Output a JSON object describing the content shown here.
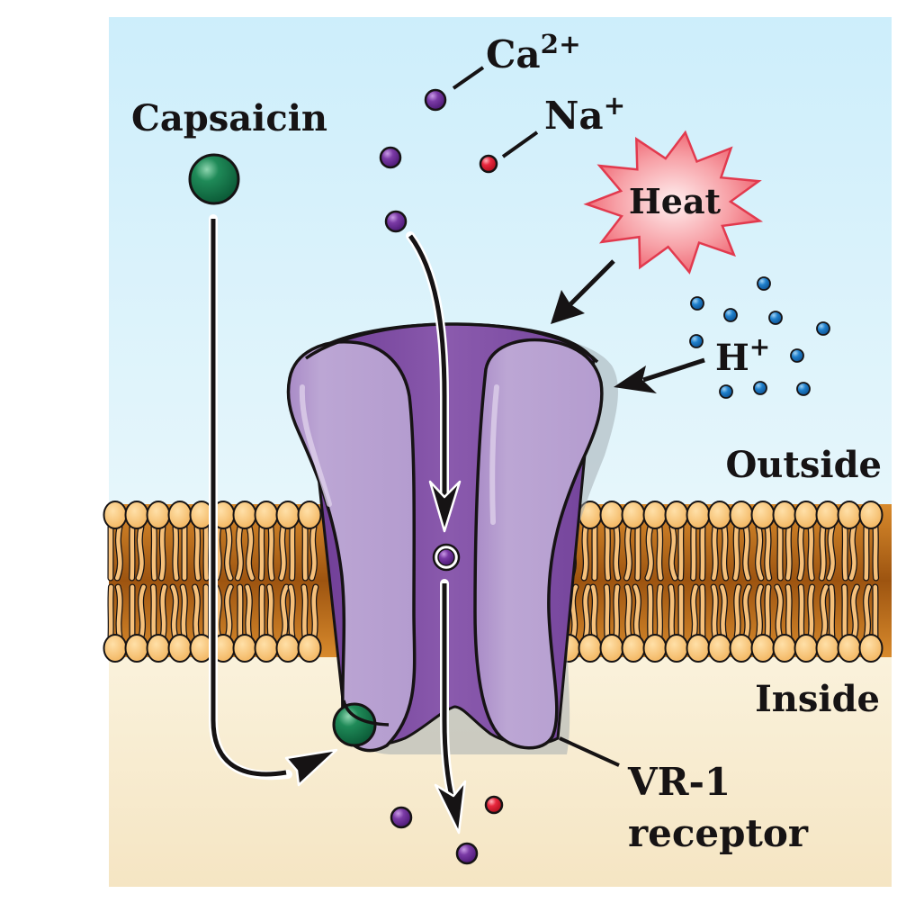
{
  "labels": {
    "capsaicin": "Capsaicin",
    "calcium_base": "Ca",
    "calcium_charge": "2+",
    "sodium_base": "Na",
    "sodium_charge": "+",
    "heat": "Heat",
    "proton_base": "H",
    "proton_charge": "+",
    "outside": "Outside",
    "inside": "Inside",
    "receptor_line1": "VR-1",
    "receptor_line2": "receptor"
  },
  "colors": {
    "outside_bg_top": "#cdeefb",
    "outside_bg_bottom": "#e6f6fb",
    "inside_bg_top": "#faf2dc",
    "inside_bg_bottom": "#f5e5c3",
    "membrane_core": "#b8661a",
    "lipid_head": "#f6c07a",
    "channel_light": "#b9a2d0",
    "channel_dark": "#8458a6",
    "capsaicin": "#13764a",
    "calcium_ion": "#6a2f93",
    "sodium_ion": "#e2283c",
    "proton": "#1e7cc8",
    "heat_burst": "#f0707a",
    "outline": "#161314"
  },
  "diagram": {
    "subject": "VR-1 receptor (vanilloid receptor) ion channel in a lipid bilayer",
    "stimuli": [
      "Capsaicin",
      "Heat",
      "H+"
    ],
    "ions_permeating": [
      "Ca2+",
      "Na+"
    ],
    "compartments": [
      "Outside",
      "Inside"
    ]
  }
}
